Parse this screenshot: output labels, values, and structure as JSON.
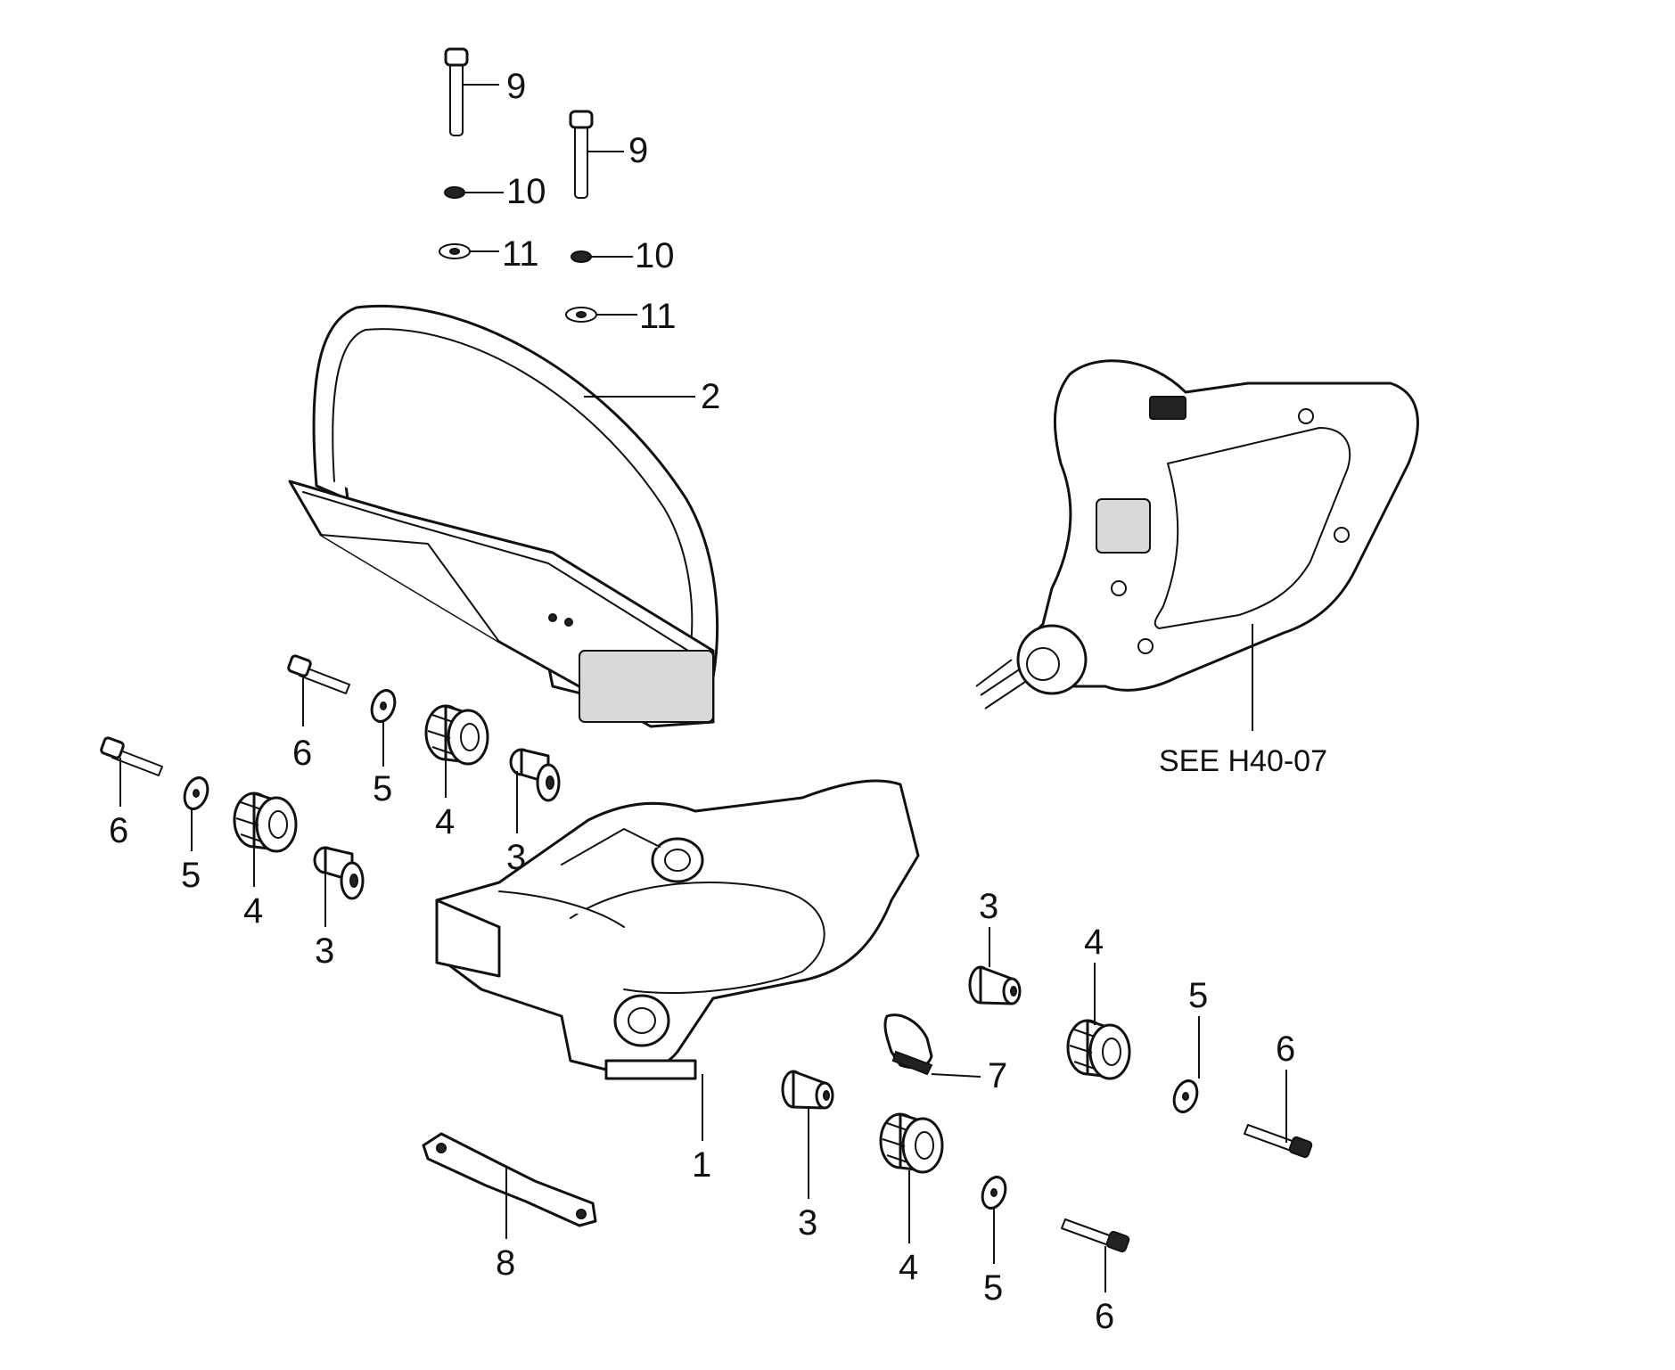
{
  "callouts": {
    "c1": "1",
    "c2": "2",
    "c3": "3",
    "c4": "4",
    "c5": "5",
    "c6": "6",
    "c7": "7",
    "c8": "8",
    "c9": "9",
    "c10": "10",
    "c11": "11"
  },
  "reference_note": "SEE H40-07"
}
